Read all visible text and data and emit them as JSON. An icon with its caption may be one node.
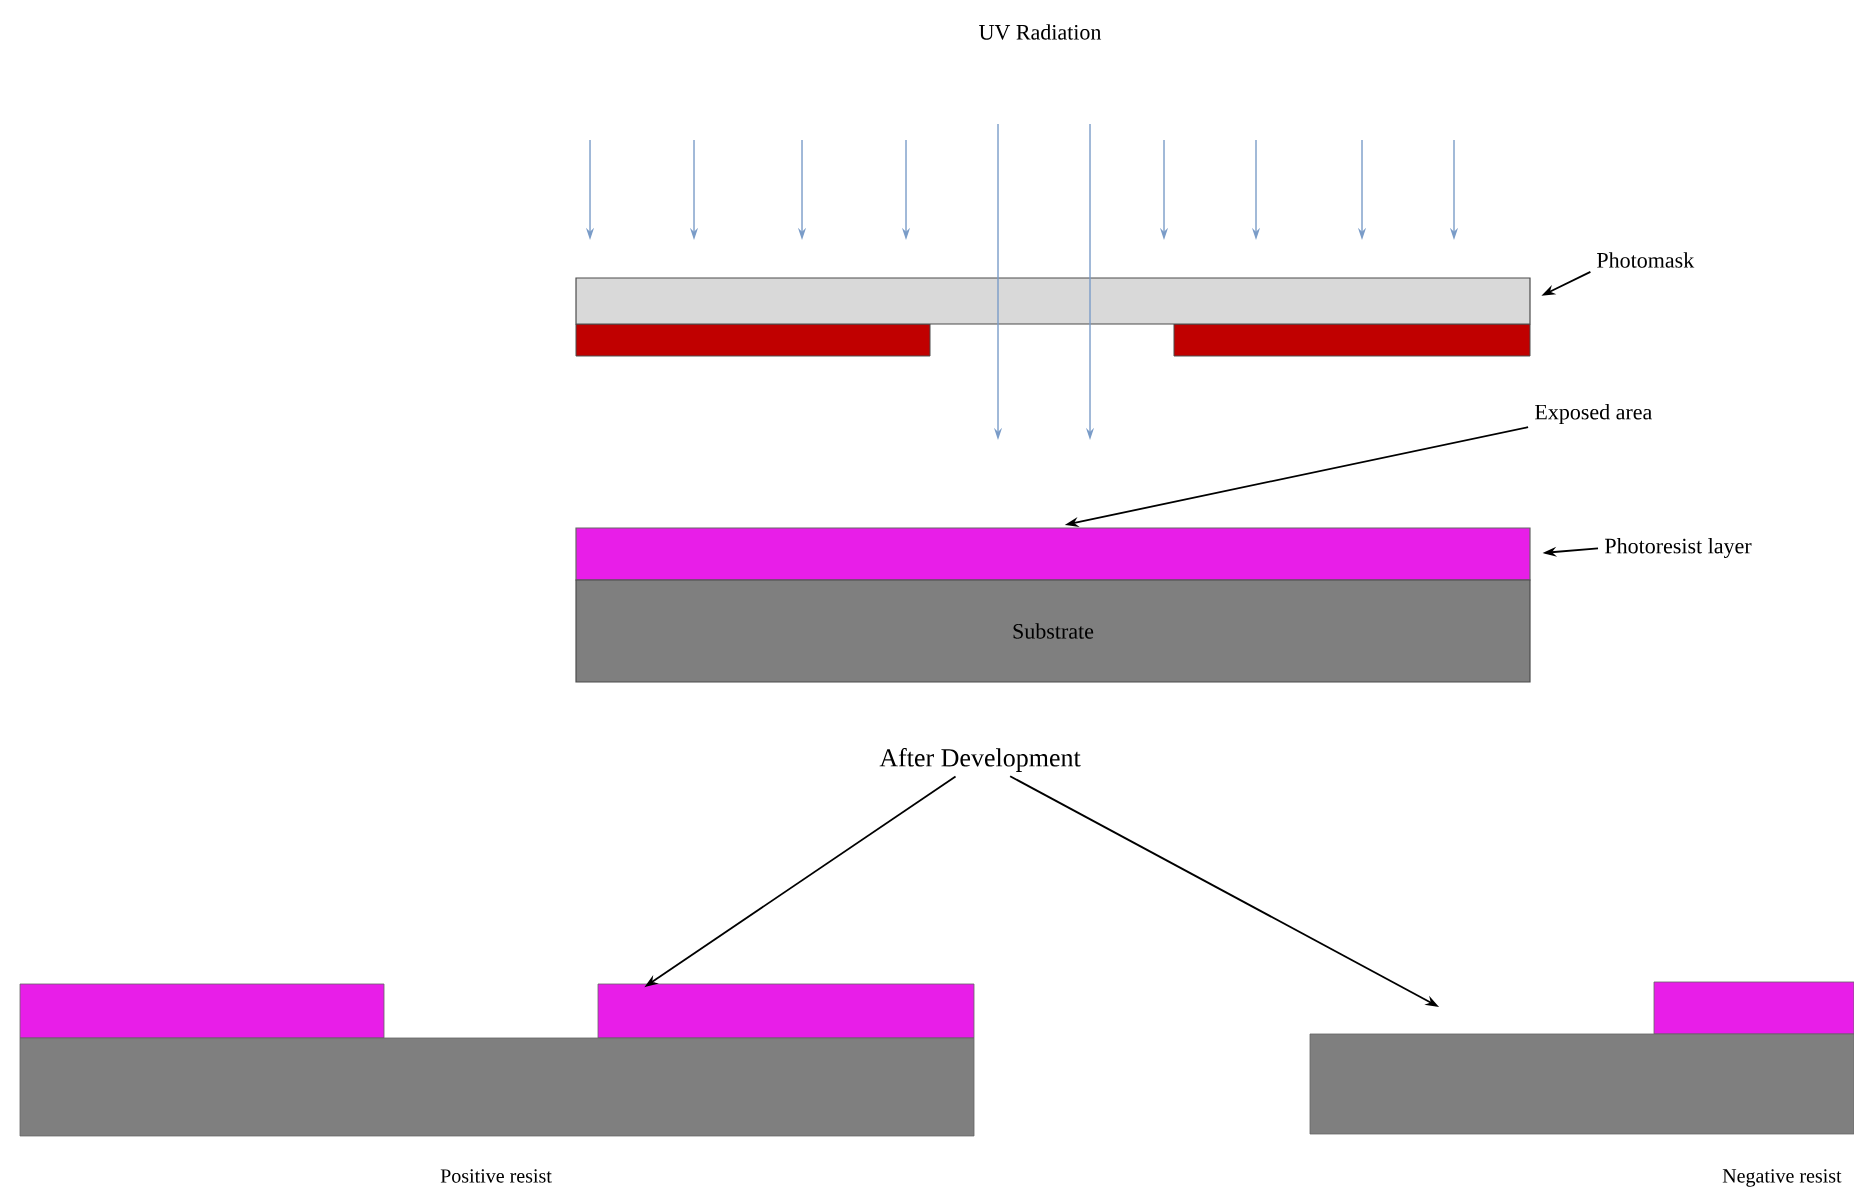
{
  "diagram": {
    "nodes": [
      {
        "text": [
          "Photomask"
        ]
      },
      {
        "text": [],
        "shape": "box"
      },
      {
        "text": [
          "Exposed area"
        ]
      },
      {
        "text": [],
        "shape": "box"
      },
      {
        "text": [
          "Photoresist layer"
        ]
      },
      {
        "text": [
          "Substrate"
        ]
      },
      {
        "text": [
          "After Development"
        ]
      },
      {
        "text": [],
        "shape": "box",
        "beside": [
          "Positive resist"
        ]
      },
      {
        "text": [],
        "shape": "box",
        "beside": [
          "Negative resist"
        ]
      }
    ],
    "edges": [
      {
        "from": 0,
        "to": 1,
        "arrow": "to"
      },
      {
        "from": 2,
        "to": 3,
        "arrow": "to"
      },
      {
        "from": 4,
        "to": 3,
        "arrow": "to"
      },
      {
        "from": 6,
        "to": 7,
        "arrow": "to"
      },
      {
        "from": 6,
        "to": 8,
        "arrow": "to"
      }
    ],
    "labels": [
      "UV Radiation"
    ]
  }
}
